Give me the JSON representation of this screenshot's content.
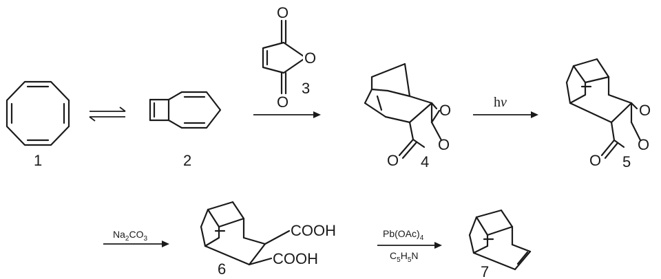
{
  "compounds": {
    "c1": "1",
    "c2": "2",
    "c3": "3",
    "c4": "4",
    "c5": "5",
    "c6": "6",
    "c7": "7"
  },
  "atoms": {
    "O": "O",
    "COOH": "COOH"
  },
  "reagents": {
    "hv_h": "h",
    "hv_nu": "ν",
    "na2co3": {
      "a": "Na",
      "b": "2",
      "c": "CO",
      "d": "3"
    },
    "pboac": {
      "a": "Pb(OAc)",
      "b": "4"
    },
    "pyridine": {
      "a": "C",
      "b": "5",
      "c": "H",
      "d": "5",
      "e": "N"
    }
  }
}
